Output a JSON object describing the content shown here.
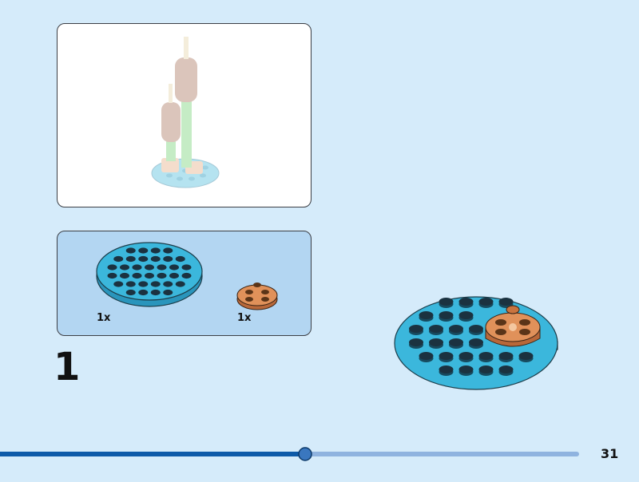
{
  "parts": [
    {
      "quantity": "1x",
      "piece": "round-plate-8x8-medium-azure"
    },
    {
      "quantity": "1x",
      "piece": "round-plate-2x2-medium-nougat"
    }
  ],
  "step": {
    "number": "1"
  },
  "page": {
    "number": "31"
  },
  "progress": {
    "fraction": 0.48
  },
  "colors": {
    "background": "#d5ebfa",
    "azure": "#33b3d6",
    "nougat": "#e0915a",
    "progress_done": "#0d5aa8",
    "progress_todo": "#8fb3df"
  }
}
